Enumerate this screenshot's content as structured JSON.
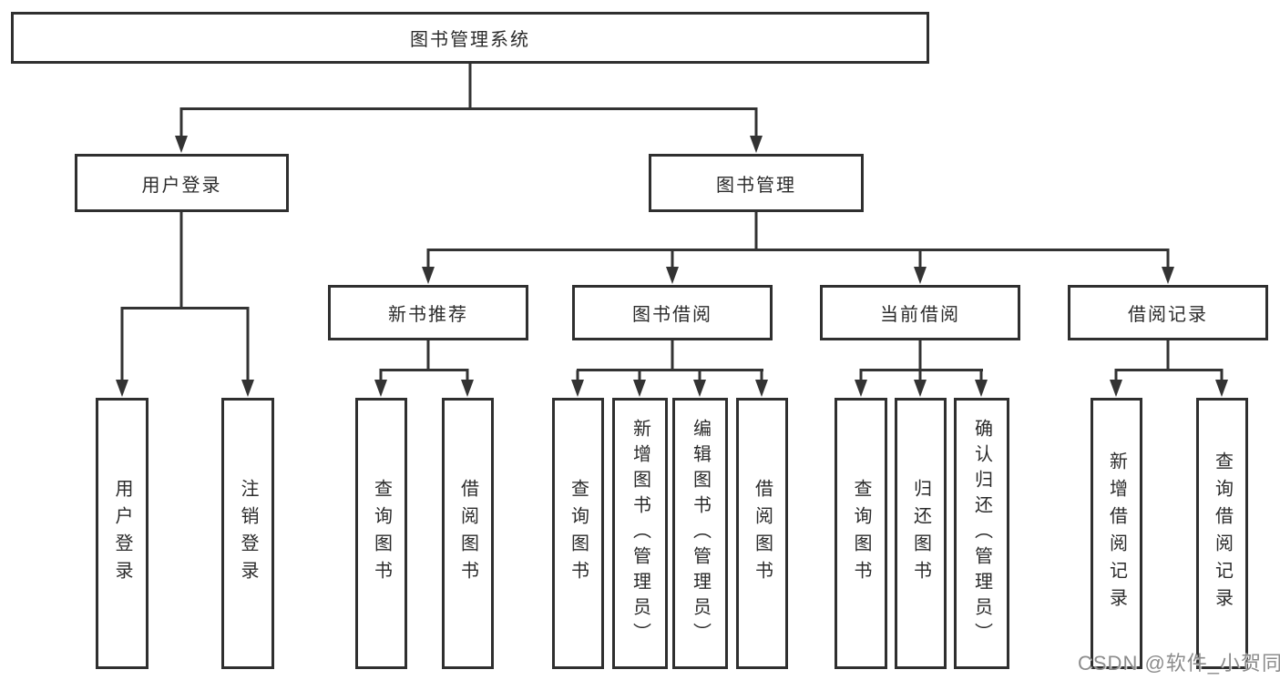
{
  "diagram_type": "hierarchy-structure-chart",
  "nodes": {
    "root": {
      "label": "图书管理系统"
    },
    "user_login": {
      "label": "用户登录"
    },
    "book_mgmt": {
      "label": "图书管理"
    },
    "login": {
      "label": "用户登录"
    },
    "logout": {
      "label": "注销登录"
    },
    "new_book_rec": {
      "label": "新书推荐"
    },
    "book_borrow": {
      "label": "图书借阅"
    },
    "current_borrow": {
      "label": "当前借阅"
    },
    "borrow_record": {
      "label": "借阅记录"
    },
    "nb_query_book": {
      "label": "查询图书"
    },
    "nb_borrow_book": {
      "label": "借阅图书"
    },
    "bb_query_book": {
      "label": "查询图书"
    },
    "bb_add_book": {
      "label": "新增图书（管理员）"
    },
    "bb_edit_book": {
      "label": "编辑图书（管理员）"
    },
    "bb_borrow_book": {
      "label": "借阅图书"
    },
    "cb_query_book": {
      "label": "查询图书"
    },
    "cb_return_book": {
      "label": "归还图书"
    },
    "cb_confirm_return": {
      "label": "确认归还（管理员）"
    },
    "br_add_record": {
      "label": "新增借阅记录"
    },
    "br_query_record": {
      "label": "查询借阅记录"
    }
  },
  "edges": [
    [
      "root",
      "user_login"
    ],
    [
      "root",
      "book_mgmt"
    ],
    [
      "user_login",
      "login"
    ],
    [
      "user_login",
      "logout"
    ],
    [
      "book_mgmt",
      "new_book_rec"
    ],
    [
      "book_mgmt",
      "book_borrow"
    ],
    [
      "book_mgmt",
      "current_borrow"
    ],
    [
      "book_mgmt",
      "borrow_record"
    ],
    [
      "new_book_rec",
      "nb_query_book"
    ],
    [
      "new_book_rec",
      "nb_borrow_book"
    ],
    [
      "book_borrow",
      "bb_query_book"
    ],
    [
      "book_borrow",
      "bb_add_book"
    ],
    [
      "book_borrow",
      "bb_edit_book"
    ],
    [
      "book_borrow",
      "bb_borrow_book"
    ],
    [
      "current_borrow",
      "cb_query_book"
    ],
    [
      "current_borrow",
      "cb_return_book"
    ],
    [
      "current_borrow",
      "cb_confirm_return"
    ],
    [
      "borrow_record",
      "br_add_record"
    ],
    [
      "borrow_record",
      "br_query_record"
    ]
  ],
  "watermark": {
    "text": "CSDN @软件_小贺同学"
  },
  "colors": {
    "background": "#ffffff",
    "box_border": "#2f2f2f",
    "line": "#333333",
    "text": "#2b2b2b",
    "watermark": "#8c8c8c"
  }
}
